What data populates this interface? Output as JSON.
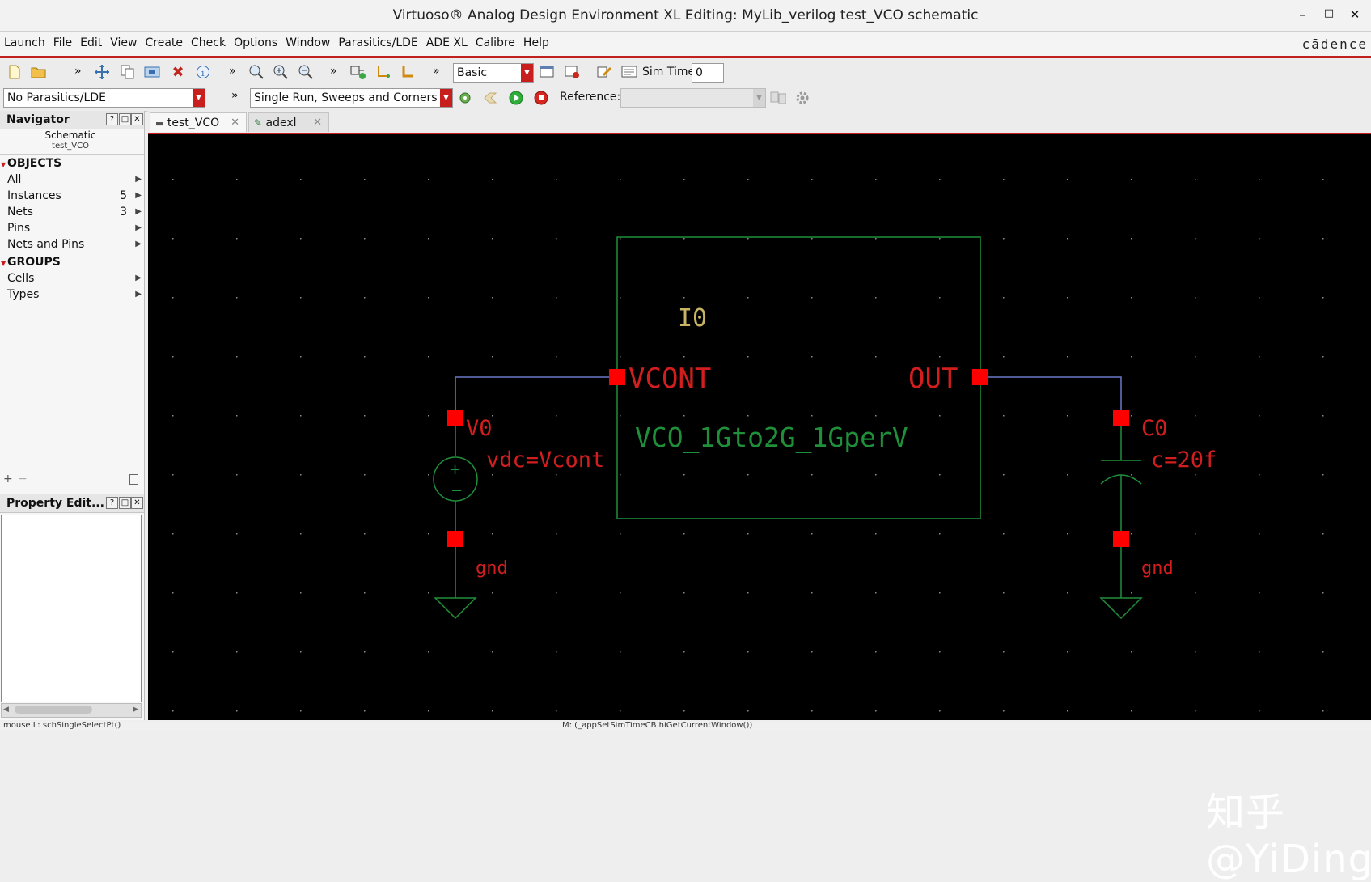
{
  "window": {
    "title": "Virtuoso® Analog Design Environment XL Editing: MyLib_verilog test_VCO schematic",
    "controls": [
      "minimize-icon",
      "maximize-icon",
      "close-icon"
    ]
  },
  "menubar": {
    "items": [
      "Launch",
      "File",
      "Edit",
      "View",
      "Create",
      "Check",
      "Options",
      "Window",
      "Parasitics/LDE",
      "ADE XL",
      "Calibre",
      "Help"
    ],
    "brand": "cādence"
  },
  "toolbar1": {
    "overflow1": "»",
    "overflow2": "»",
    "overflow3": "»",
    "overflow4": "»",
    "mode_value": "Basic",
    "sim_time_label": "Sim Time",
    "sim_time_value": "0"
  },
  "toolbar2": {
    "parasitics_value": "No Parasitics/LDE",
    "overflow": "»",
    "run_mode_value": "Single Run, Sweeps and Corners",
    "reference_label": "Reference:",
    "reference_value": ""
  },
  "navigator": {
    "title": "Navigator",
    "header_type": "Schematic",
    "header_cell": "test_VCO",
    "groups": [
      {
        "label": "OBJECTS",
        "items": [
          {
            "label": "All",
            "count": ""
          },
          {
            "label": "Instances",
            "count": "5"
          },
          {
            "label": "Nets",
            "count": "3"
          },
          {
            "label": "Pins",
            "count": ""
          },
          {
            "label": "Nets and Pins",
            "count": ""
          }
        ]
      },
      {
        "label": "GROUPS",
        "items": [
          {
            "label": "Cells",
            "count": ""
          },
          {
            "label": "Types",
            "count": ""
          }
        ]
      }
    ],
    "footer_add": "+",
    "footer_remove": "−"
  },
  "property_editor": {
    "title": "Property Edit..."
  },
  "tabs": [
    {
      "label": "test_VCO",
      "active": true
    },
    {
      "label": "adexl",
      "active": false
    }
  ],
  "schematic": {
    "instance_name": "I0",
    "cell_name": "VCO_1Gto2G_1GperV",
    "pin_left": "VCONT",
    "pin_right": "OUT",
    "source_name": "V0",
    "source_param": "vdc=Vcont",
    "source_gnd": "gnd",
    "cap_name": "C0",
    "cap_param": "c=20f",
    "cap_gnd": "gnd",
    "colors": {
      "background": "#000000",
      "symbol": "#1f8f3a",
      "wire": "#6a78c8",
      "pin": "#ff0000",
      "label": "#d21e1e",
      "instance_label": "#c8b464"
    }
  },
  "watermark": "知乎 @YiDingg",
  "statusbar": {
    "left": "mouse L: schSingleSelectPt()",
    "middle": "M: (_appSetSimTimeCB hiGetCurrentWindow())"
  }
}
